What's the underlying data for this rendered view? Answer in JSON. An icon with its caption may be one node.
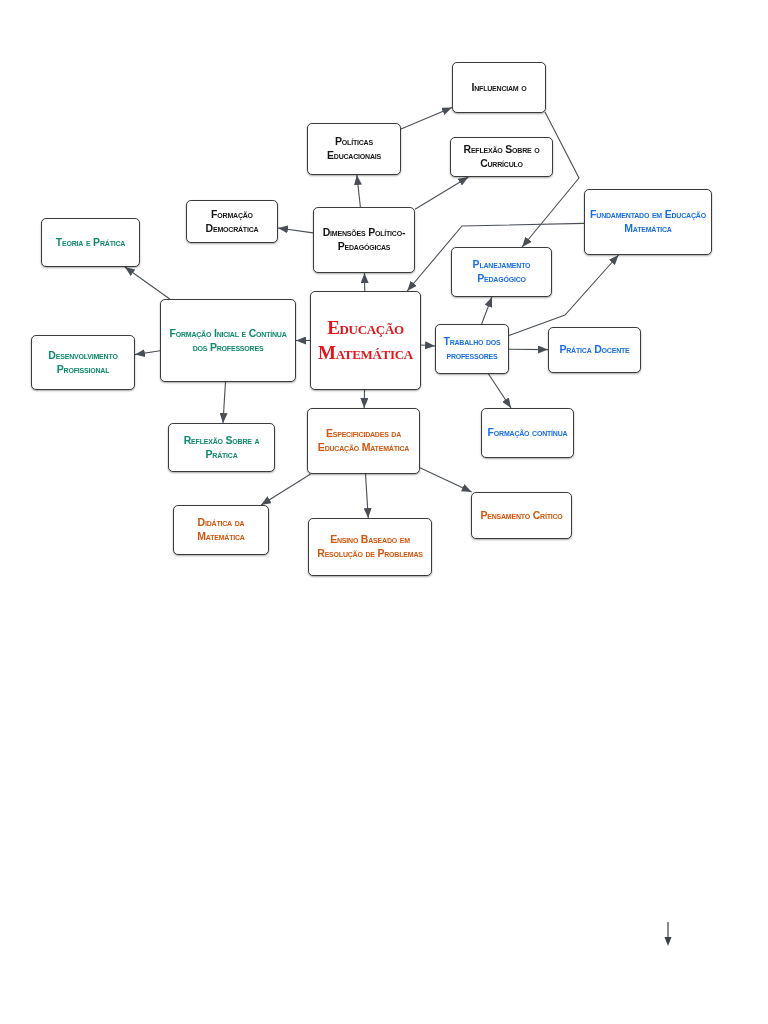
{
  "diagram": {
    "nodes": [
      {
        "text": [
          "Influenciam o"
        ]
      },
      {
        "text": [
          "Políticas Educacionais"
        ]
      },
      {
        "text": [
          "Reflexão Sobre o Currículo"
        ]
      },
      {
        "text": [
          "Formação Democrática"
        ]
      },
      {
        "text": [
          "Dimensões Político-Pedagógicas"
        ]
      },
      {
        "text": [
          "Fundamentado em Educação Matemática"
        ]
      },
      {
        "text": [
          "Teoria e Prática"
        ]
      },
      {
        "text": [
          "Planejamento Pedagógico"
        ]
      },
      {
        "text": [
          "Formação Inicial e Contínua dos Professores"
        ]
      },
      {
        "text": [
          "Educação Matemática"
        ]
      },
      {
        "text": [
          "Trabalho dos professores"
        ]
      },
      {
        "text": [
          "Prática Docente"
        ]
      },
      {
        "text": [
          "Desenvolvimento Profissional"
        ]
      },
      {
        "text": [
          "Reflexão Sobre a Prática"
        ]
      },
      {
        "text": [
          "Especificidades da Educação Matemática"
        ]
      },
      {
        "text": [
          "Formação contínua"
        ]
      },
      {
        "text": [
          "Didática da Matemática"
        ]
      },
      {
        "text": [
          "Ensino Baseado em Resolução de Problemas"
        ]
      },
      {
        "text": [
          "Pensamento Crítico"
        ]
      }
    ],
    "edges": [
      {
        "from": 1,
        "to": 0,
        "arrow": "to"
      },
      {
        "from": 0,
        "to": 7,
        "arrow": "to"
      },
      {
        "from": 4,
        "to": 1,
        "arrow": "to"
      },
      {
        "from": 4,
        "to": 2,
        "arrow": "to"
      },
      {
        "from": 4,
        "to": 3,
        "arrow": "to"
      },
      {
        "from": 9,
        "to": 4,
        "arrow": "to"
      },
      {
        "from": 5,
        "to": 9,
        "arrow": "to"
      },
      {
        "from": 9,
        "to": 8,
        "arrow": "to"
      },
      {
        "from": 9,
        "to": 10,
        "arrow": "to"
      },
      {
        "from": 9,
        "to": 14,
        "arrow": "to"
      },
      {
        "from": 8,
        "to": 6,
        "arrow": "to"
      },
      {
        "from": 8,
        "to": 12,
        "arrow": "to"
      },
      {
        "from": 8,
        "to": 13,
        "arrow": "to"
      },
      {
        "from": 10,
        "to": 7,
        "arrow": "to"
      },
      {
        "from": 10,
        "to": 5,
        "arrow": "to"
      },
      {
        "from": 10,
        "to": 11,
        "arrow": "to"
      },
      {
        "from": 10,
        "to": 15,
        "arrow": "to"
      },
      {
        "from": 14,
        "to": 16,
        "arrow": "to"
      },
      {
        "from": 14,
        "to": 17,
        "arrow": "to"
      },
      {
        "from": 14,
        "to": 18,
        "arrow": "to"
      }
    ]
  }
}
